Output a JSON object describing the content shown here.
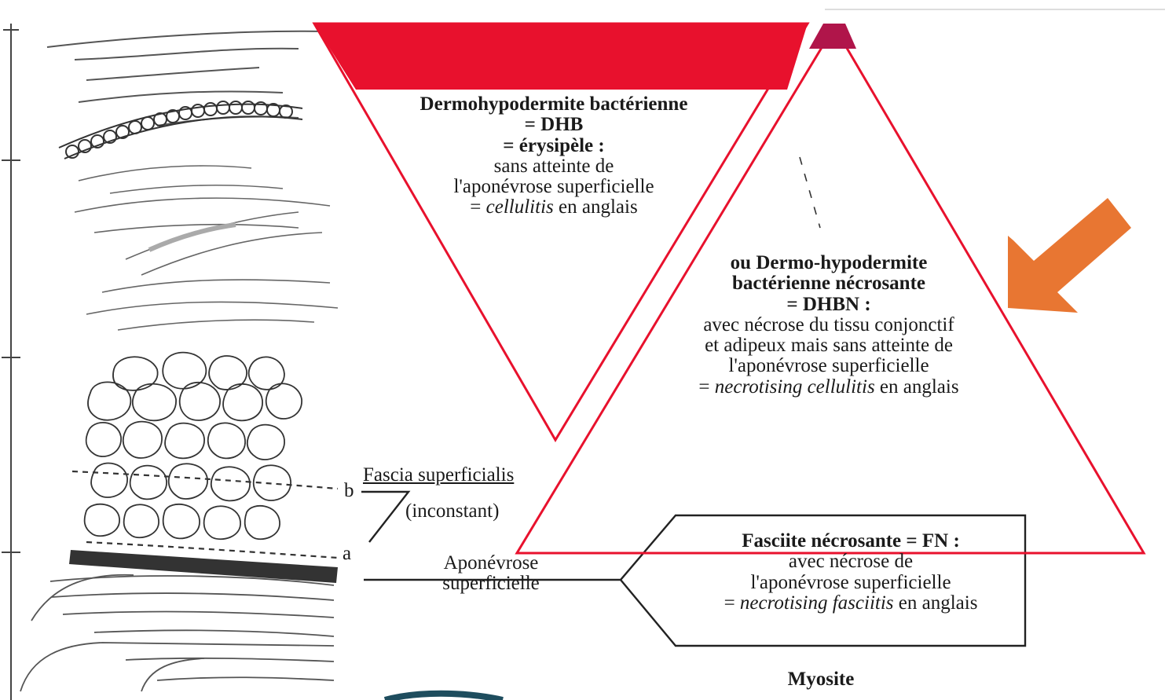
{
  "dhb": {
    "lines": [
      "Dermohypodermite bactérienne",
      "= DHB",
      "= érysipèle :",
      "sans atteinte de",
      "l'aponévrose superficielle"
    ],
    "last_prefix": "= ",
    "last_italic": "cellulitis",
    "last_suffix": " en anglais"
  },
  "dhbn": {
    "lines": [
      "ou Dermo-hypodermite",
      "bactérienne nécrosante",
      "= DHBN :",
      "avec nécrose du tissu conjonctif",
      "et adipeux mais sans atteinte de",
      "l'aponévrose superficielle"
    ],
    "last_prefix": "= ",
    "last_italic": "necrotising cellulitis",
    "last_suffix": " en anglais"
  },
  "fn": {
    "lines": [
      "Fasciite nécrosante = FN :",
      "avec nécrose de",
      "l'aponévrose superficielle"
    ],
    "last_prefix": "= ",
    "last_italic": "necrotising fasciitis",
    "last_suffix": " en anglais"
  },
  "myosite": "Myosite",
  "fascia": {
    "title": "Fascia superficialis",
    "note": "(inconstant)"
  },
  "aponevrose": [
    "Aponévrose",
    "superficielle"
  ],
  "letters": {
    "b": "b",
    "a": "a"
  },
  "colors": {
    "triangle_red": "#e8112d",
    "arrow_orange": "#e87632",
    "ink": "#1a1a1a",
    "apex_purple": "#b0154a"
  },
  "icons": {
    "arrow": "orange-arrow-icon"
  }
}
